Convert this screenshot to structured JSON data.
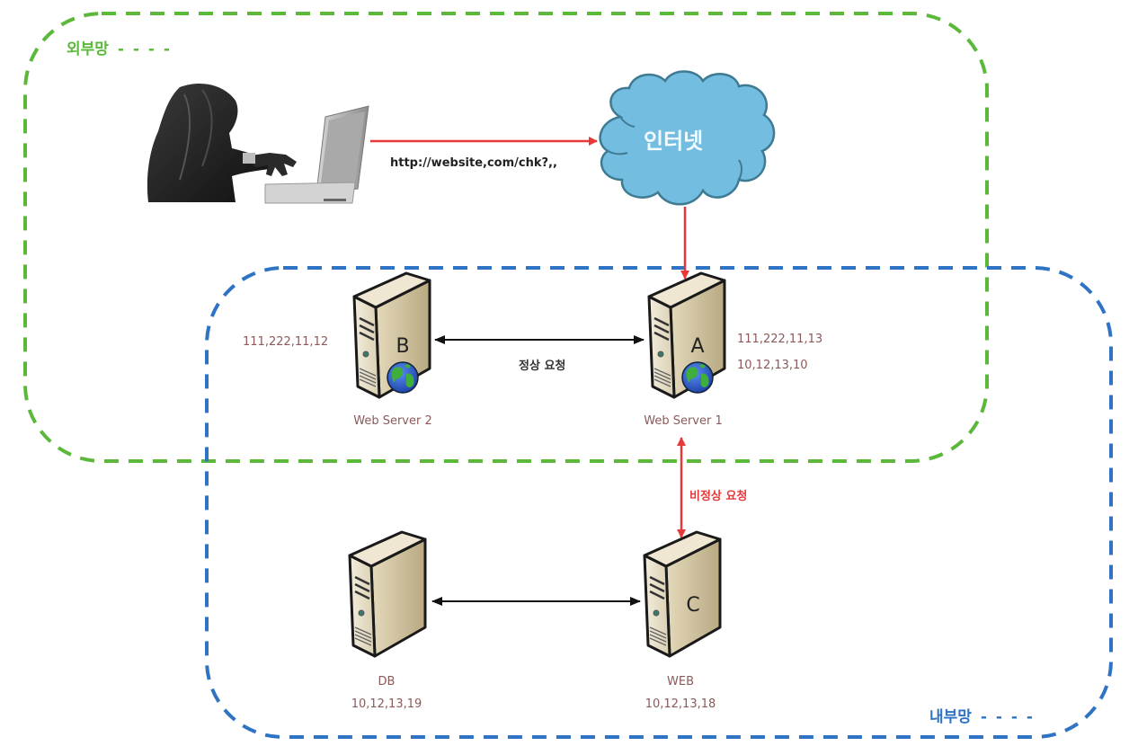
{
  "zones": {
    "external": {
      "label": "외부망",
      "dash_legend": "- - - -",
      "color": "#5cb83b"
    },
    "internal": {
      "label": "내부망",
      "dash_legend": "- - - -",
      "color": "#2f74c4"
    }
  },
  "attacker": {
    "name": "hooded-hacker-with-laptop"
  },
  "request_url": "http://website,com/chk?,,",
  "internet": {
    "label": "인터넷",
    "fill": "#72bde0",
    "stroke": "#3f7a93"
  },
  "servers": [
    {
      "id": "B",
      "letter": "B",
      "name": "Web Server 2",
      "ips": [
        "111,222,11,12"
      ],
      "globe": true
    },
    {
      "id": "A",
      "letter": "A",
      "name": "Web Server 1",
      "ips": [
        "111,222,11,13",
        "10,12,13,10"
      ],
      "globe": true
    },
    {
      "id": "DB",
      "letter": "",
      "name": "DB",
      "ips": [
        "10,12,13,19"
      ],
      "globe": false
    },
    {
      "id": "C",
      "letter": "C",
      "name": "WEB",
      "ips": [
        "10,12,13,18"
      ],
      "globe": false
    }
  ],
  "connections": {
    "normal_request": "정상 요청",
    "abnormal_request": "비정상 요청"
  },
  "colors": {
    "attack_arrow": "#e8393a",
    "normal_arrow": "#111111",
    "ip_text": "#8a5a5a"
  }
}
